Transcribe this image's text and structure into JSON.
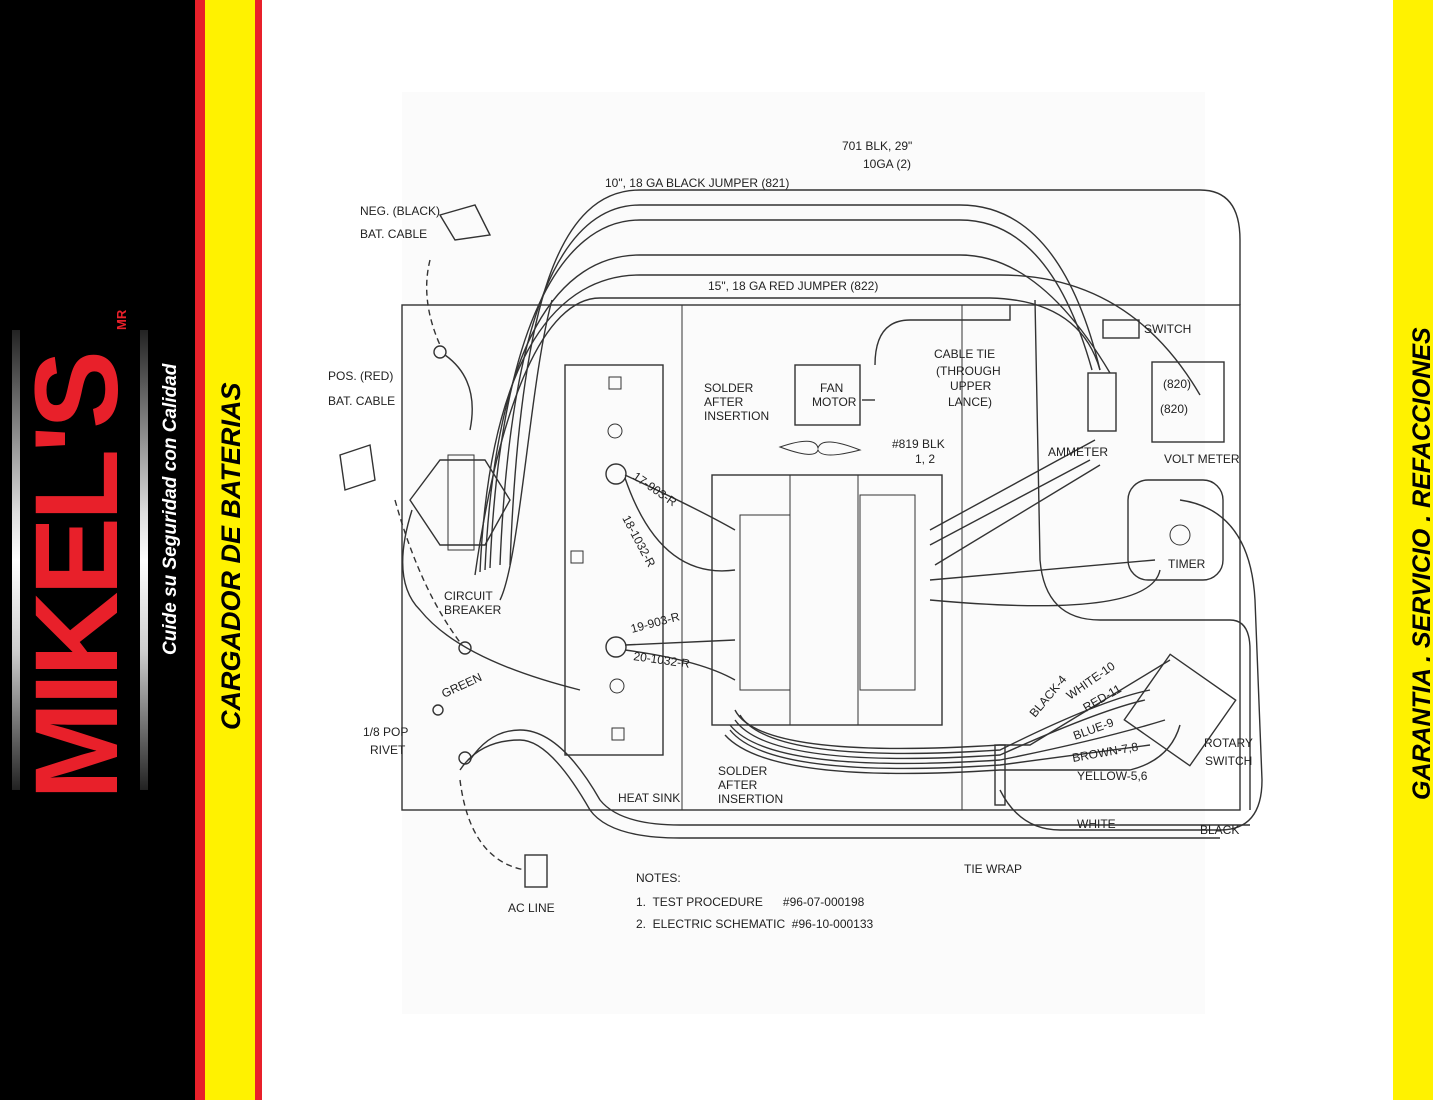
{
  "brand": {
    "logo": "MIKEL'S",
    "mark": "MR",
    "slogan": "Cuide su Seguridad con Calidad",
    "product": "CARGADOR DE BATERIAS",
    "services": "GARANTIA . SERVICIO . REFACCIONES",
    "colors": {
      "red": "#e8202a",
      "yellow": "#fff200",
      "black": "#000000"
    }
  },
  "diagram": {
    "labels": {
      "neg_cable_1": "NEG. (BLACK)",
      "neg_cable_2": "BAT. CABLE",
      "pos_cable_1": "POS. (RED)",
      "pos_cable_2": "BAT. CABLE",
      "black_jumper": "10\", 18 GA BLACK JUMPER (821)",
      "red_jumper": "15\", 18 GA RED JUMPER (822)",
      "blk701_1": "701 BLK, 29\"",
      "blk701_2": "10GA (2)",
      "switch": "SWITCH",
      "w820a": "(820)",
      "w820b": "(820)",
      "volt_meter": "VOLT METER",
      "ammeter": "AMMETER",
      "timer": "TIMER",
      "cable_tie_1": "CABLE TIE",
      "cable_tie_2": "(THROUGH",
      "cable_tie_3": "UPPER",
      "cable_tie_4": "LANCE)",
      "fan_1": "FAN",
      "fan_2": "MOTOR",
      "solder1_1": "SOLDER",
      "solder1_2": "AFTER",
      "solder1_3": "INSERTION",
      "solder2_1": "SOLDER",
      "solder2_2": "AFTER",
      "solder2_3": "INSERTION",
      "blk819_1": "#819 BLK",
      "blk819_2": "1, 2",
      "w17": "17-903-R",
      "w18": "18-1032-R",
      "w19": "19-903-R",
      "w20": "20-1032-R",
      "breaker_1": "CIRCUIT",
      "breaker_2": "BREAKER",
      "green": "GREEN",
      "rivet_1": "1/8 POP",
      "rivet_2": "RIVET",
      "heat_sink": "HEAT SINK",
      "ac_line": "AC LINE",
      "tie_wrap": "TIE WRAP",
      "black4": "BLACK-4",
      "white10": "WHITE-10",
      "red11": "RED-11",
      "blue9": "BLUE-9",
      "brown78": "BROWN-7,8",
      "yellow56": "YELLOW-5,6",
      "rotary_1": "ROTARY",
      "rotary_2": "SWITCH",
      "white": "WHITE",
      "black": "BLACK"
    },
    "notes": {
      "title": "NOTES:",
      "items": [
        "1.  TEST PROCEDURE      #96-07-000198",
        "2.  ELECTRIC SCHEMATIC  #96-10-000133"
      ]
    }
  }
}
